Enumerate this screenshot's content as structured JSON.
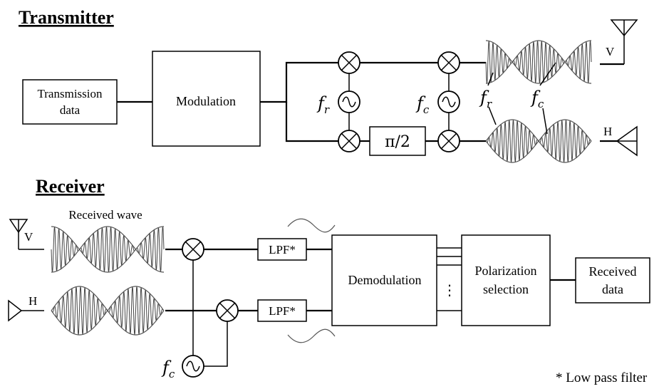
{
  "transmitter": {
    "title": "Transmitter",
    "data_box": [
      "Transmission",
      "data"
    ],
    "modulation": "Modulation",
    "phase_shift": "π/2",
    "osc_r": {
      "f": "f",
      "sub": "r"
    },
    "osc_c": {
      "f": "f",
      "sub": "c"
    },
    "wave_label_r": {
      "f": "f",
      "sub": "r"
    },
    "wave_label_c": {
      "f": "f",
      "sub": "c"
    },
    "antenna_v": "V",
    "antenna_h": "H"
  },
  "receiver": {
    "title": "Receiver",
    "received_wave": "Received wave",
    "antenna_v": "V",
    "antenna_h": "H",
    "lpf_top": "LPF*",
    "lpf_bottom": "LPF*",
    "demodulation": "Demodulation",
    "ellipsis": "⋮",
    "polarization": [
      "Polarization",
      "selection"
    ],
    "received_data": [
      "Received",
      "data"
    ],
    "osc_c": {
      "f": "f",
      "sub": "c"
    }
  },
  "footnote": "* Low pass filter"
}
